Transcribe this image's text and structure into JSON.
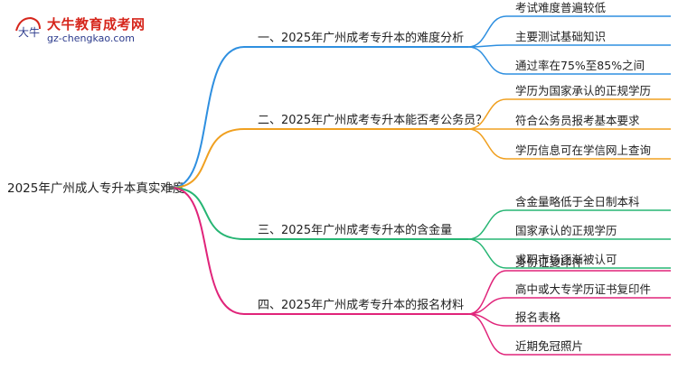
{
  "logo": {
    "title": "大牛教育成考网",
    "url": "gz-chengkao.com",
    "mark_text": "大牛"
  },
  "diagram": {
    "root": "2025年广州成人专升本真实难度",
    "branches": [
      {
        "label": "一、2025年广州成考专升本的难度分析",
        "color": "#2e8fe0",
        "leaves": [
          "考试难度普遍较低",
          "主要测试基础知识",
          "通过率在75%至85%之间"
        ]
      },
      {
        "label": "二、2025年广州成考专升本能否考公务员？",
        "color": "#f0a020",
        "leaves": [
          "学历为国家承认的正规学历",
          "符合公务员报考基本要求",
          "学历信息可在学信网上查询"
        ]
      },
      {
        "label": "三、2025年广州成考专升本的含金量",
        "color": "#26b573",
        "leaves": [
          "含金量略低于全日制本科",
          "国家承认的正规学历",
          "求职市场逐渐被认可"
        ]
      },
      {
        "label": "四、2025年广州成考专升本的报名材料",
        "color": "#e0247a",
        "leaves": [
          "身份证复印件",
          "高中或大专学历证书复印件",
          "报名表格",
          "近期免冠照片"
        ]
      }
    ]
  }
}
